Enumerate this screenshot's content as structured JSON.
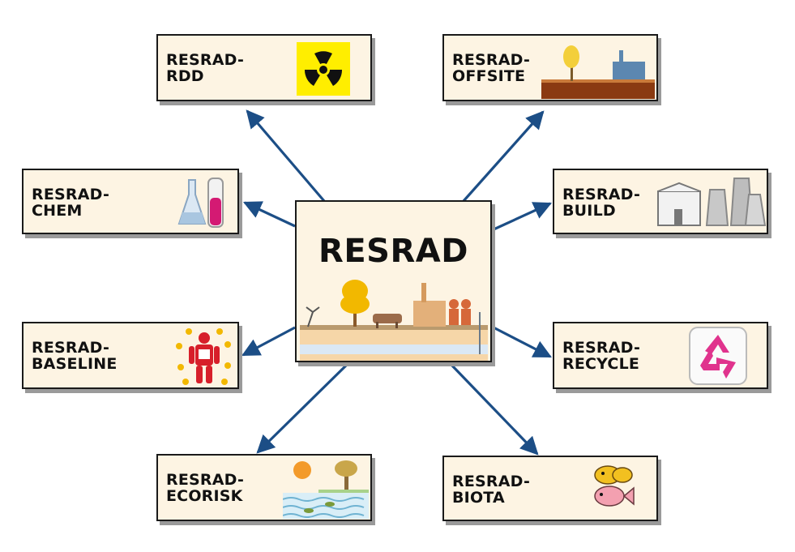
{
  "center": {
    "title": "RESRAD"
  },
  "modules": [
    {
      "id": "rdd",
      "line1": "RESRAD-",
      "line2": "RDD",
      "icon": "radiation-trefoil-icon"
    },
    {
      "id": "offsite",
      "line1": "RESRAD-",
      "line2": "OFFSITE",
      "icon": "landscape-offsite-icon"
    },
    {
      "id": "chem",
      "line1": "RESRAD-",
      "line2": "CHEM",
      "icon": "lab-flask-icon"
    },
    {
      "id": "build",
      "line1": "RESRAD-",
      "line2": "BUILD",
      "icon": "building-cooling-towers-icon"
    },
    {
      "id": "baseline",
      "line1": "RESRAD-",
      "line2": "BASELINE",
      "icon": "human-dose-icon"
    },
    {
      "id": "recycle",
      "line1": "RESRAD-",
      "line2": "RECYCLE",
      "icon": "recycle-icon"
    },
    {
      "id": "ecorisk",
      "line1": "RESRAD-",
      "line2": "ECORISK",
      "icon": "water-sun-tree-icon"
    },
    {
      "id": "biota",
      "line1": "RESRAD-",
      "line2": "BIOTA",
      "icon": "fish-biota-icon"
    }
  ],
  "colors": {
    "arrow": "#1c4e86",
    "box_fill": "#fdf4e3",
    "border": "#1a1a1a",
    "shadow": "#9a9a9a"
  }
}
